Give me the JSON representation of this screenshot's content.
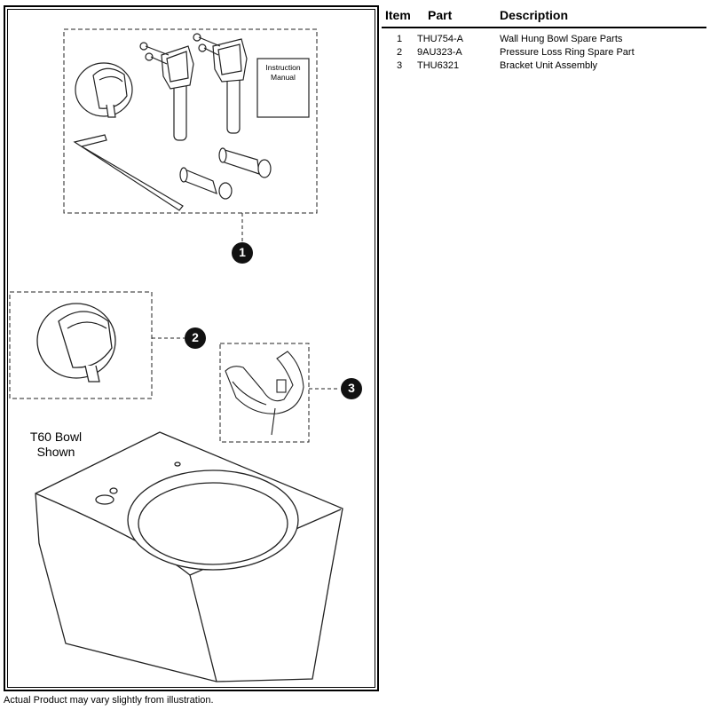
{
  "table": {
    "headers": {
      "item": "Item",
      "part": "Part",
      "description": "Description"
    },
    "rows": [
      {
        "item": "1",
        "part": "THU754-A",
        "description": "Wall Hung Bowl Spare Parts"
      },
      {
        "item": "2",
        "part": "9AU323-A",
        "description": "Pressure Loss Ring Spare Part"
      },
      {
        "item": "3",
        "part": "THU6321",
        "description": "Bracket Unit Assembly"
      }
    ]
  },
  "diagram": {
    "manual_label": "Instruction Manual",
    "bowl_caption_line1": "T60 Bowl",
    "bowl_caption_line2": "Shown",
    "callouts": [
      "1",
      "2",
      "3"
    ]
  },
  "footer_note": "Actual Product may vary slightly from illustration."
}
